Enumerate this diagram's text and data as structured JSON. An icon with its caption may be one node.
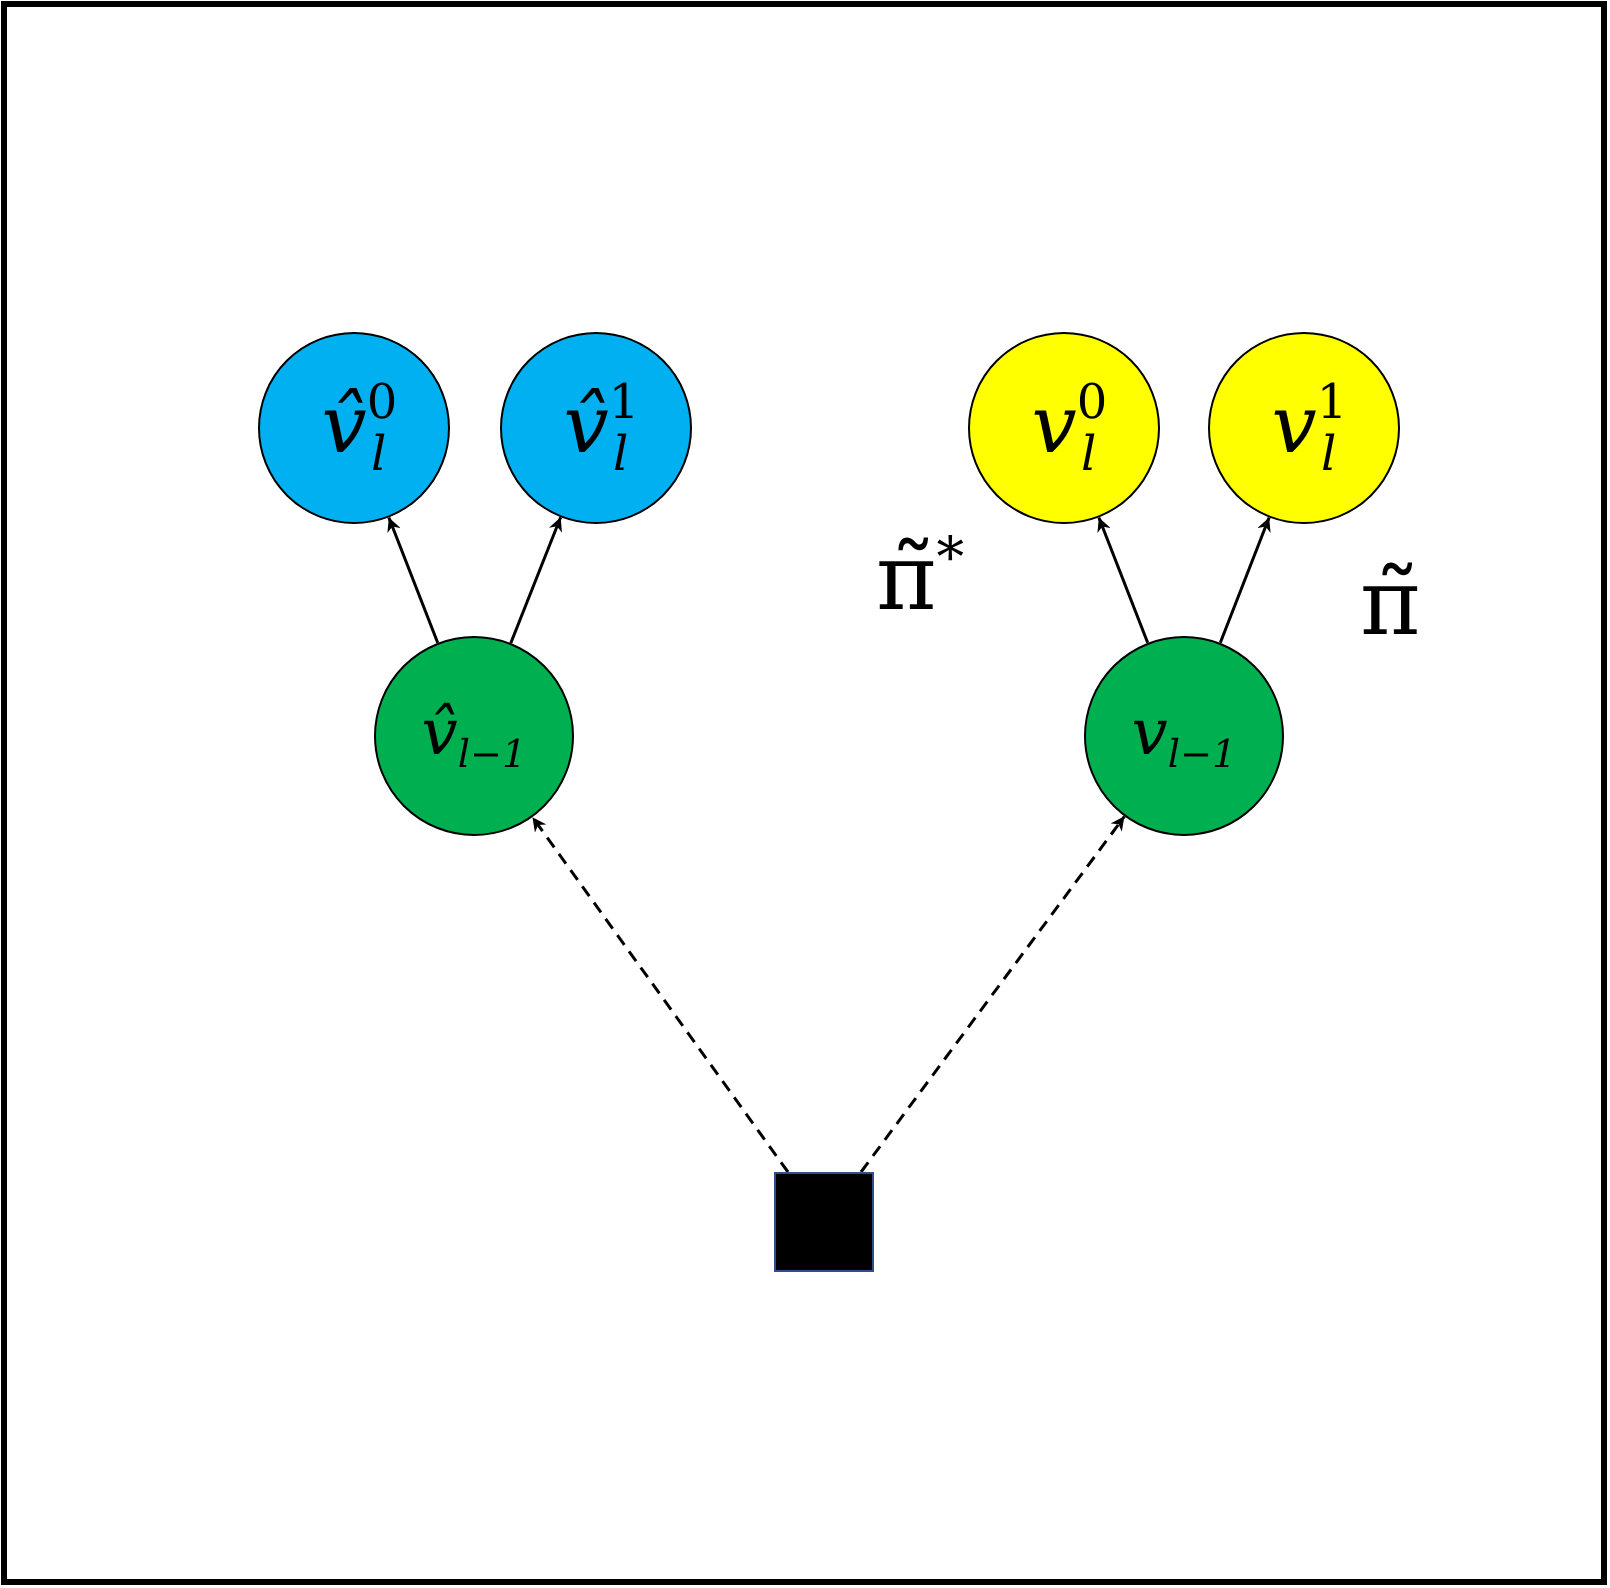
{
  "diagram": {
    "nodes": [
      {
        "text": [
          "v̂$^{0}$$_{l}$"
        ]
      },
      {
        "text": [
          "v̂$^{1}$$_{l}$"
        ]
      },
      {
        "text": [
          "v$^{0}$$_{l}$"
        ]
      },
      {
        "text": [
          "v$^{1}$$_{l}$"
        ]
      },
      {
        "text": [
          "v̂$_{l−1}$"
        ]
      },
      {
        "text": [
          "v$_{l−1}$"
        ]
      },
      {
        "text": [],
        "shape": "box"
      }
    ],
    "edges": [
      {
        "from": 4,
        "to": 0,
        "arrow": "to"
      },
      {
        "from": 4,
        "to": 1,
        "arrow": "to"
      },
      {
        "from": 5,
        "to": 2,
        "arrow": "to"
      },
      {
        "from": 5,
        "to": 3,
        "arrow": "to"
      },
      {
        "from": 6,
        "to": 4,
        "arrow": "to",
        "style": "dashed"
      },
      {
        "from": 6,
        "to": 5,
        "arrow": "to",
        "style": "dashed"
      }
    ],
    "labels": [
      "π̃$^{*}$",
      "π̃"
    ]
  }
}
